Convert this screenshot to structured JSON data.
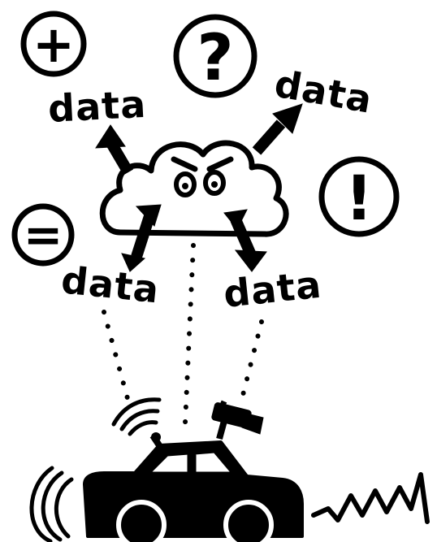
{
  "labels": {
    "data_top_left": "data",
    "data_top_right": "data",
    "data_bottom_left": "data",
    "data_bottom_right": "data"
  },
  "symbols": {
    "plus": "+",
    "question": "?",
    "exclamation": "!",
    "equals": "="
  },
  "colors": {
    "ink": "#000000",
    "paper": "#ffffff"
  },
  "icons": [
    "plus-icon",
    "question-icon",
    "exclamation-icon",
    "equals-icon",
    "angry-cloud-icon",
    "car-icon",
    "camera-icon",
    "signal-waves-icon",
    "zigzag-icon"
  ]
}
